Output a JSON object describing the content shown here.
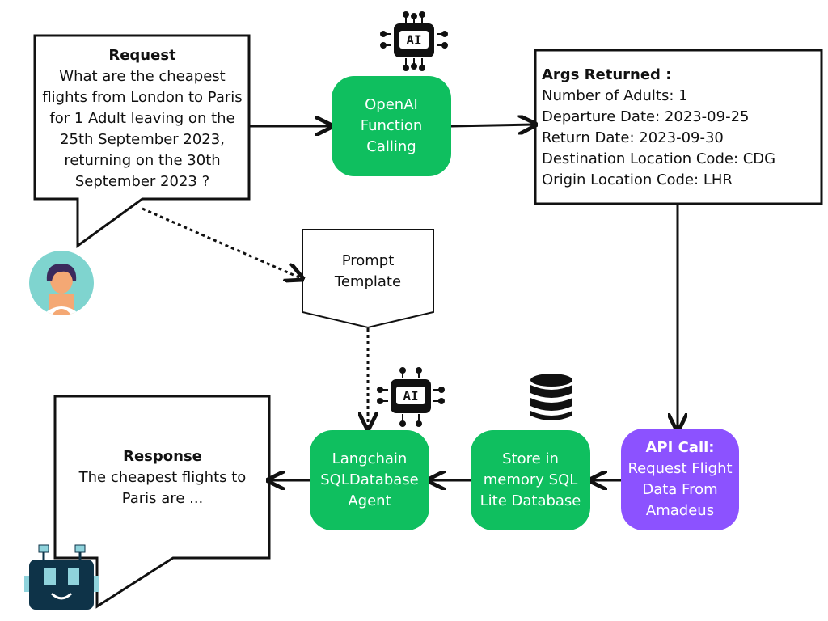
{
  "request": {
    "title": "Request",
    "lines": [
      "What are the cheapest",
      "flights from London to Paris",
      "for 1 Adult leaving on the",
      "25th September 2023,",
      "returning on the 30th",
      "September 2023 ?"
    ]
  },
  "function_calling": {
    "lines": [
      "OpenAI",
      "Function",
      "Calling"
    ],
    "icon_label": "AI"
  },
  "args": {
    "title": "Args Returned :",
    "lines": [
      "Number of Adults:  1",
      "Departure Date:  2023-09-25",
      "Return Date:  2023-09-30",
      "Destination Location Code:  CDG",
      "Origin Location Code:  LHR"
    ]
  },
  "prompt_template": {
    "lines": [
      "Prompt",
      "Template"
    ]
  },
  "api_call": {
    "title": "API Call:",
    "lines": [
      "Request Flight",
      "Data From",
      "Amadeus"
    ]
  },
  "store": {
    "lines": [
      "Store in",
      "memory SQL",
      "Lite Database"
    ]
  },
  "agent": {
    "lines": [
      "Langchain",
      "SQLDatabase",
      "Agent"
    ],
    "icon_label": "AI"
  },
  "response": {
    "title": "Response",
    "lines": [
      "The cheapest flights to",
      "Paris are ..."
    ]
  },
  "colors": {
    "green": "#0fbf5f",
    "purple": "#8c52ff",
    "avatar_bg": "#7fd4cf",
    "robot": "#0e3348",
    "robot_accent": "#8fd3dc"
  }
}
